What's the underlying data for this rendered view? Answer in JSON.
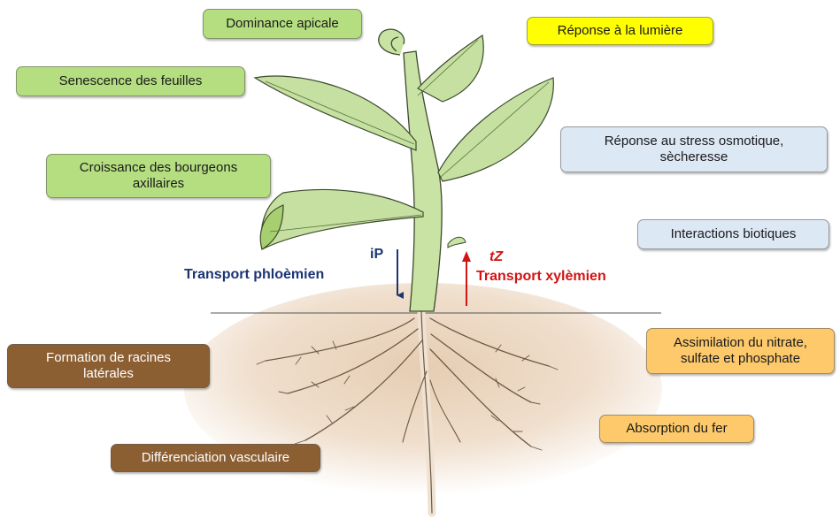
{
  "labels": {
    "dominance_apicale": "Dominance apicale",
    "reponse_lumiere": "Réponse à la lumière",
    "senescence": "Senescence des feuilles",
    "croissance_line1": "Croissance des bourgeons",
    "croissance_line2": "axillaires",
    "stress_line1": "Réponse au stress osmotique,",
    "stress_line2": "sècheresse",
    "interactions": "Interactions biotiques",
    "assimilation_line1": "Assimilation du nitrate,",
    "assimilation_line2": "sulfate et phosphate",
    "absorption_fer": "Absorption du fer",
    "formation_line1": "Formation de racines",
    "formation_line2": "latérales",
    "differenciation": "Différenciation vasculaire"
  },
  "transport": {
    "phloem_code": "iP",
    "phloem_label": "Transport phloèmien",
    "xylem_code": "tZ",
    "xylem_label": "Transport xylèmien"
  },
  "colors": {
    "shoot_box": "#b5de80",
    "light_box": "#ffff00",
    "stress_box": "#dde8f5",
    "root_box_right": "#fdc96b",
    "root_box_left": "#8c5f33",
    "phloem_arrow": "#1b3573",
    "xylem_arrow": "#d11414",
    "leaf": "#c5e0a0",
    "soil": "#ecd8c3"
  }
}
